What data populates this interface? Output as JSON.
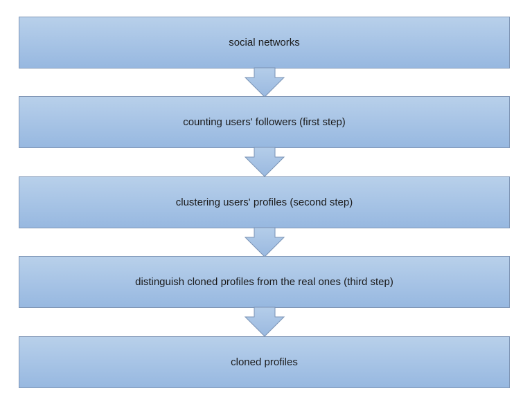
{
  "flowchart": {
    "steps": [
      {
        "label": "social networks"
      },
      {
        "label": "counting users' followers (first step)"
      },
      {
        "label": "clustering users' profiles (second step)"
      },
      {
        "label": "distinguish cloned profiles from the real ones (third step)"
      },
      {
        "label": "cloned profiles"
      }
    ],
    "arrow_icon": "down-arrow-icon",
    "colors": {
      "box_fill_top": "#b8d0ea",
      "box_fill_bottom": "#97b8e0",
      "box_border": "#7f96b6",
      "arrow_fill": "#a3c0e4",
      "arrow_border": "#7a92b4",
      "text": "#1a1a1a"
    }
  }
}
